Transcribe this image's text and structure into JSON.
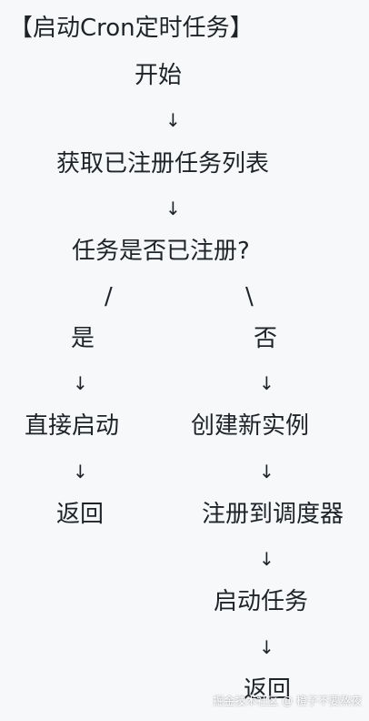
{
  "title": "【启动Cron定时任务】",
  "nodes": {
    "start": "开始",
    "get_registered": "获取已注册任务列表",
    "decision": "任务是否已注册?",
    "yes": "是",
    "no": "否",
    "start_directly": "直接启动",
    "create_instance": "创建新实例",
    "return_left": "返回",
    "register_scheduler": "注册到调度器",
    "start_task": "启动任务",
    "return_right": "返回"
  },
  "connectors": {
    "down_arrow": "↓",
    "branch_left": "/",
    "branch_right": "\\"
  },
  "watermark": "掘金技术社区 @ 橙子不要熬夜"
}
